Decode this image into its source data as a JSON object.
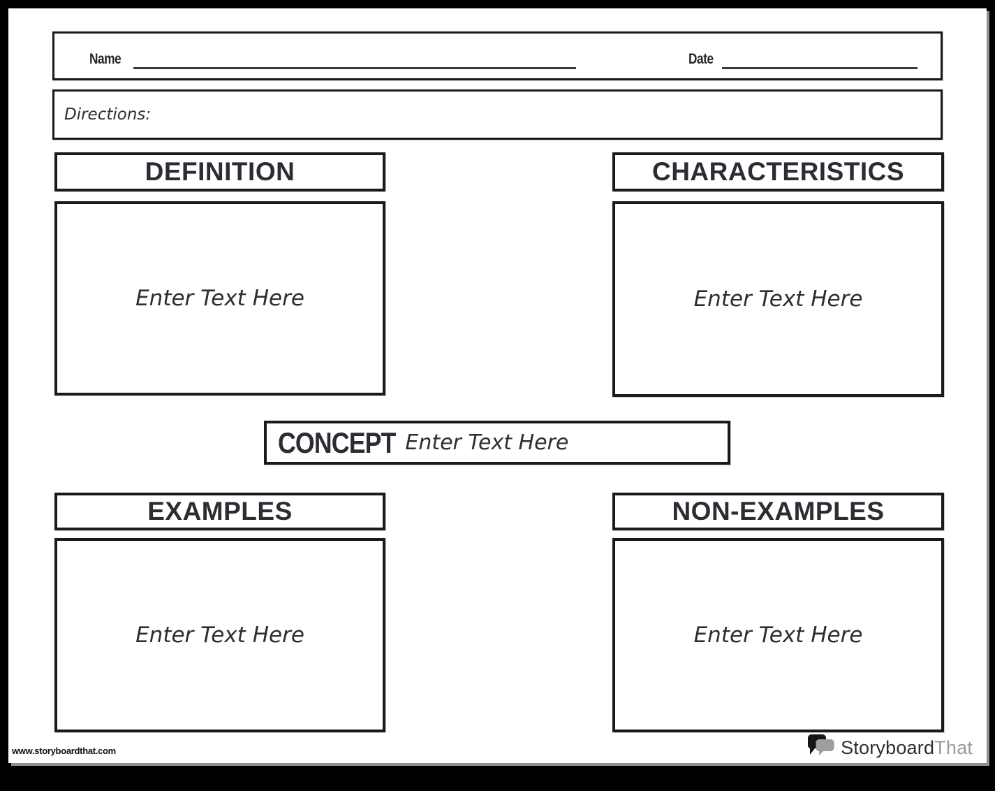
{
  "header": {
    "name_label": "Name",
    "date_label": "Date",
    "directions_label": "Directions:"
  },
  "sections": {
    "definition": {
      "title": "DEFINITION",
      "placeholder": "Enter Text Here"
    },
    "characteristics": {
      "title": "CHARACTERISTICS",
      "placeholder": "Enter Text Here"
    },
    "concept": {
      "title": "CONCEPT",
      "placeholder": "Enter Text Here"
    },
    "examples": {
      "title": "EXAMPLES",
      "placeholder": "Enter Text Here"
    },
    "non_examples": {
      "title": "NON-EXAMPLES",
      "placeholder": "Enter Text Here"
    }
  },
  "footer": {
    "website_url": "www.storyboardthat.com",
    "logo_text_primary": "Storyboard",
    "logo_text_secondary": "That",
    "logo_icon": "speech-bubbles-icon"
  },
  "colors": {
    "page_background": "#ffffff",
    "frame_background": "#000000",
    "border": "#1a1a1a",
    "text": "#2b2e34",
    "logo_gray": "#9b9b9b",
    "shadow_gray": "#8f8f8f"
  }
}
